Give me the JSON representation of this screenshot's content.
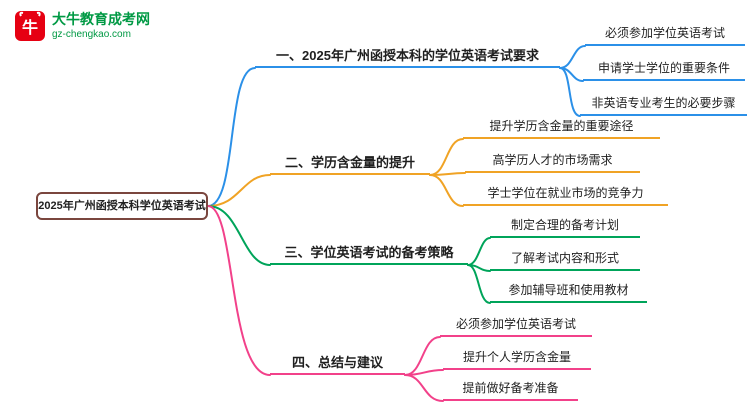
{
  "logo": {
    "site_name": "大牛教育成考网",
    "site_url": "gz-chengkao.com",
    "badge_text": "牛",
    "brand_red": "#e60012",
    "brand_green": "#009944"
  },
  "root": {
    "label": "2025年广州函授本科学位英语考试",
    "border_color": "#7a463e"
  },
  "branches": [
    {
      "label": "一、2025年广州函授本科的学位英语考试要求",
      "color": "#2b90e8",
      "children": [
        "必须参加学位英语考试",
        "申请学士学位的重要条件",
        "非英语专业考生的必要步骤"
      ]
    },
    {
      "label": "二、学历含金量的提升",
      "color": "#f0a325",
      "children": [
        "提升学历含金量的重要途径",
        "高学历人才的市场需求",
        "学士学位在就业市场的竞争力"
      ]
    },
    {
      "label": "三、学位英语考试的备考策略",
      "color": "#00a45a",
      "children": [
        "制定合理的备考计划",
        "了解考试内容和形式",
        "参加辅导班和使用教材"
      ]
    },
    {
      "label": "四、总结与建议",
      "color": "#f2418a",
      "children": [
        "必须参加学位英语考试",
        "提升个人学历含金量",
        "提前做好备考准备"
      ]
    }
  ]
}
